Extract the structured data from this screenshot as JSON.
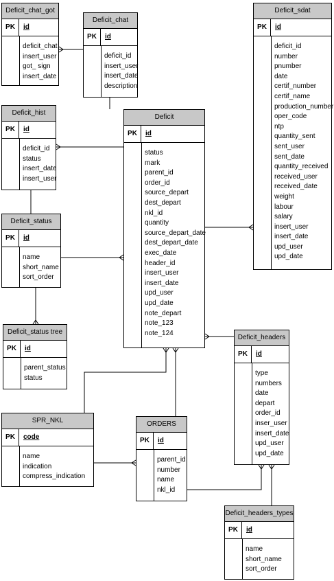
{
  "entities": {
    "deficit_chat_got": {
      "title": "Deficit_chat_got",
      "pk_label": "PK",
      "pk": "id",
      "fields": [
        "deficit_chat",
        "insert_user",
        "got_ sign",
        "insert_date"
      ]
    },
    "deficit_chat": {
      "title": "Deficit_chat",
      "pk_label": "PK",
      "pk": "id",
      "fields": [
        "deficit_id",
        "insert_user",
        "insert_date",
        "description"
      ]
    },
    "deficit_sdat": {
      "title": "Deficit_sdat",
      "pk_label": "PK",
      "pk": "id",
      "fields": [
        "deficit_id",
        "number",
        "pnumber",
        "date",
        "certif_number",
        "certif_name",
        "production_number",
        "oper_code",
        "ntp",
        "quantity_sent",
        "sent_user",
        "sent_date",
        "quantity_received",
        "received_user",
        "received_date",
        "weight",
        "labour",
        "salary",
        "insert_user",
        "insert_date",
        "upd_user",
        "upd_date"
      ]
    },
    "deficit_hist": {
      "title": "Deficit_hist",
      "pk_label": "PK",
      "pk": "id",
      "fields": [
        "deficit_id",
        "status",
        "insert_date",
        "insert_user"
      ]
    },
    "deficit": {
      "title": "Deficit",
      "pk_label": "PK",
      "pk": "id",
      "fields": [
        "status",
        "mark",
        "parent_id",
        "order_id",
        "source_depart",
        "dest_depart",
        "nkl_id",
        "quantity",
        "source_depart_date",
        "dest_depart_date",
        "exec_date",
        "header_id",
        "insert_user",
        "insert_date",
        "upd_user",
        "upd_date",
        "note_depart",
        "note_123",
        "note_124"
      ]
    },
    "deficit_status": {
      "title": "Deficit_status",
      "pk_label": "PK",
      "pk": "id",
      "fields": [
        "name",
        "short_name",
        "sort_order"
      ]
    },
    "deficit_status_tree": {
      "title": "Deficit_status tree",
      "pk_label": "PK",
      "pk": "id",
      "fields": [
        "parent_status",
        "status"
      ]
    },
    "deficit_headers": {
      "title": "Deficit_headers",
      "pk_label": "PK",
      "pk": "id",
      "fields": [
        "type",
        "numbers",
        "date",
        "depart",
        "order_id",
        "inser_user",
        "insert_date",
        "upd_user",
        "upd_date"
      ]
    },
    "spr_nkl": {
      "title": "SPR_NKL",
      "pk_label": "PK",
      "pk": "code",
      "fields": [
        "name",
        "indication",
        "compress_indication"
      ]
    },
    "orders": {
      "title": "ORDERS",
      "pk_label": "PK",
      "pk": "id",
      "fields": [
        "parent_id",
        "number",
        "name",
        "nkl_id"
      ]
    },
    "deficit_headers_types": {
      "title": "Deficit_headers_types",
      "pk_label": "PK",
      "pk": "id",
      "fields": [
        "name",
        "short_name",
        "sort_order"
      ]
    }
  }
}
